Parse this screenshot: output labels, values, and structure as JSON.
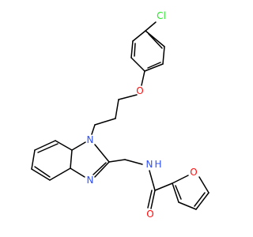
{
  "colors": {
    "bond": "#000000",
    "oxygen": "#ff0d0d",
    "nitrogen": "#3050f8",
    "chlorine": "#1ff01f",
    "background": "#ffffff"
  },
  "atoms": {
    "chlorine": "Cl",
    "ether_oxygen": "O",
    "n_alkyl": "N",
    "n_imine": "N",
    "n_amide": "N",
    "h_amide": "H",
    "o_carbonyl": "O",
    "o_furan": "O"
  }
}
